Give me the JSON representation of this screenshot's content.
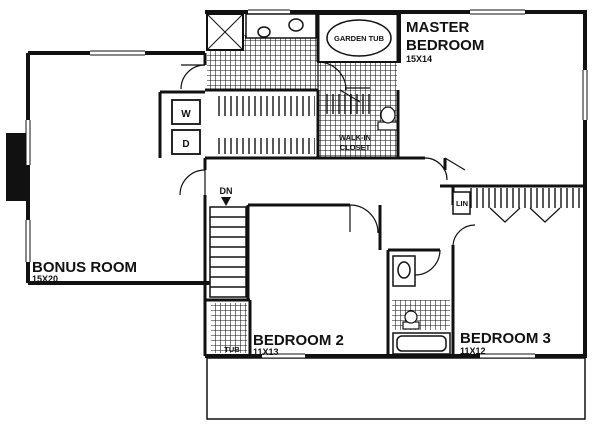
{
  "rooms": {
    "master": {
      "name_line1": "MASTER",
      "name_line2": "BEDROOM",
      "size": "15X14"
    },
    "bonus": {
      "name": "BONUS ROOM",
      "size": "15X20"
    },
    "bedroom2": {
      "name": "BEDROOM 2",
      "size": "11X13"
    },
    "bedroom3": {
      "name": "BEDROOM 3",
      "size": "11X12"
    }
  },
  "fixtures": {
    "garden_tub": "GARDEN TUB",
    "walk_in_line1": "WALK-IN",
    "walk_in_line2": "CLOSET",
    "laundry_washer": "W",
    "laundry_dryer": "D",
    "linen": "LIN",
    "stair_down": "DN",
    "tub": "TUB"
  }
}
